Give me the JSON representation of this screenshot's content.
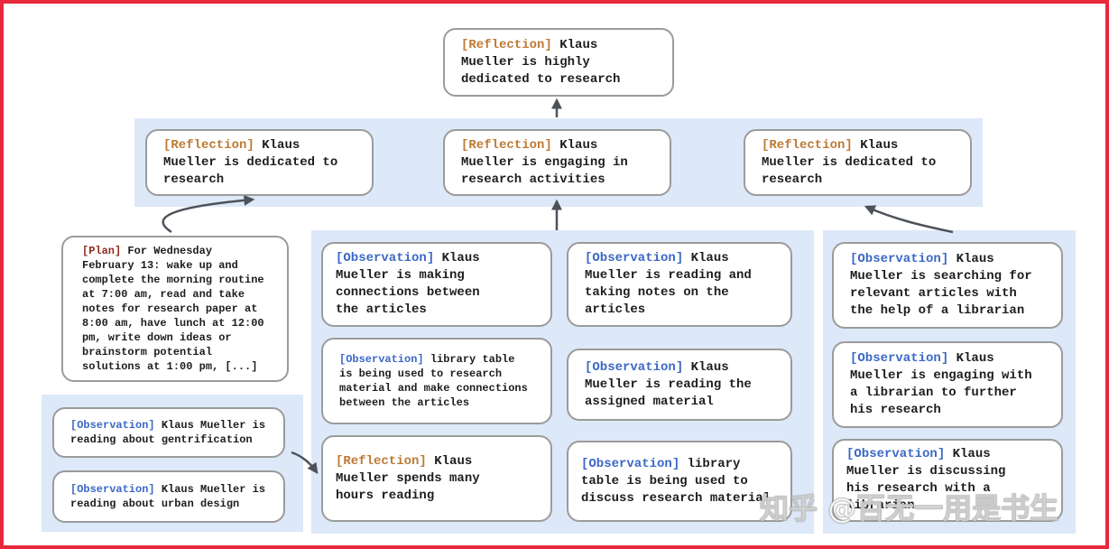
{
  "colors": {
    "frame": "#e8293c",
    "band": "#dde9f8",
    "box_border": "#9b9b9b",
    "text": "#1d1d1f",
    "reflection_tag": "#bd7a35",
    "observation_tag": "#3a68c6",
    "plan_tag": "#8e2c1d",
    "arrow": "#4d525a"
  },
  "watermark": {
    "text": "知乎 @百无一用是书生"
  },
  "nodes": {
    "top": {
      "tag": "[Reflection]",
      "text": "Klaus Mueller is highly dedicated to research"
    },
    "row": [
      {
        "tag": "[Reflection]",
        "text": "Klaus Mueller is dedicated to research"
      },
      {
        "tag": "[Reflection]",
        "text": "Klaus Mueller is engaging in research activities"
      },
      {
        "tag": "[Reflection]",
        "text": "Klaus Mueller is dedicated to research"
      }
    ],
    "plan": {
      "tag": "[Plan]",
      "text": "For Wednesday February 13: wake up and complete the morning routine at 7:00 am, read and take notes for research paper at 8:00 am, have lunch at 12:00 pm, write down ideas or brainstorm potential solutions at 1:00 pm, [...]"
    },
    "left": [
      {
        "tag": "[Observation]",
        "text": "Klaus Mueller is reading about gentrification"
      },
      {
        "tag": "[Observation]",
        "text": "Klaus Mueller is reading about urban design"
      }
    ],
    "mid1": [
      {
        "tag": "[Observation]",
        "text": "Klaus Mueller is making connections between the articles"
      },
      {
        "tag": "[Observation]",
        "text": "library table is being used to research material and make connections between the articles"
      },
      {
        "tag": "[Reflection]",
        "text": "Klaus Mueller spends many hours reading"
      }
    ],
    "mid2": [
      {
        "tag": "[Observation]",
        "text": "Klaus Mueller is reading and taking notes on the articles"
      },
      {
        "tag": "[Observation]",
        "text": "Klaus Mueller is reading the assigned material"
      },
      {
        "tag": "[Observation]",
        "text": "library table is being used to discuss research material"
      }
    ],
    "right": [
      {
        "tag": "[Observation]",
        "text": "Klaus Mueller is searching for relevant articles with the help of a librarian"
      },
      {
        "tag": "[Observation]",
        "text": "Klaus Mueller is engaging with a librarian to further his research"
      },
      {
        "tag": "[Observation]",
        "text": "Klaus Mueller is discussing his research with a librarian"
      }
    ]
  }
}
